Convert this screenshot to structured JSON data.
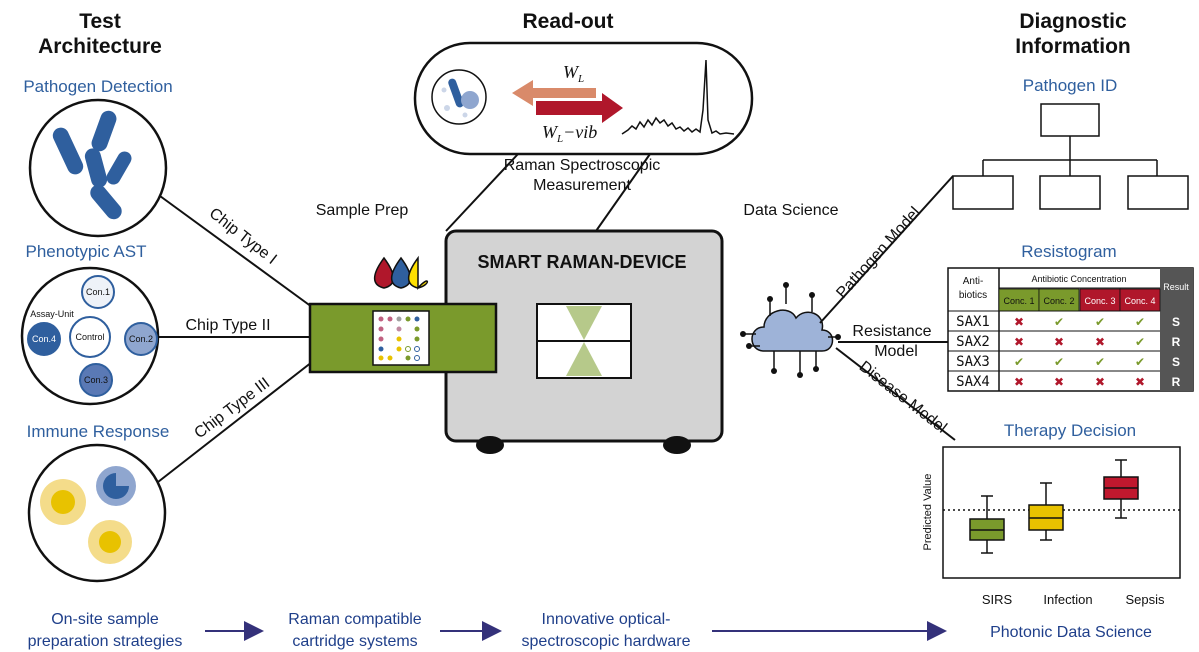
{
  "headers": {
    "test_architecture": [
      "Test",
      "Architecture"
    ],
    "readout": "Read-out",
    "diagnostic": [
      "Diagnostic",
      "Information"
    ]
  },
  "left": {
    "pathogen_detection": "Pathogen Detection",
    "phenotypic_ast": "Phenotypic AST",
    "immune_response": "Immune Response",
    "assay_unit": "Assay-Unit",
    "control": "Control",
    "conc_labels": [
      "Con.1",
      "Con.2",
      "Con.3",
      "Con.4"
    ],
    "chip_types": [
      "Chip Type I",
      "Chip Type II",
      "Chip Type III"
    ]
  },
  "center": {
    "sample_prep": "Sample Prep",
    "device_title": "SMART RAMAN-DEVICE",
    "data_science": "Data Science",
    "raman_measurement": [
      "Raman Spectroscopic",
      "Measurement"
    ],
    "wl": "W",
    "wl_sub": "L",
    "wl_vib_suffix": "−vib"
  },
  "right": {
    "pathogen_id": "Pathogen ID",
    "resistogram": "Resistogram",
    "therapy_decision": "Therapy Decision",
    "models": [
      "Pathogen Model",
      "Resistance",
      "Model",
      "Disease Model"
    ],
    "table": {
      "antibiotics_header": [
        "Anti-",
        "biotics"
      ],
      "concentration_header": "Antibiotic Concentration",
      "result_header": "Result",
      "conc_headers": [
        "Conc. 1",
        "Conc. 2",
        "Conc. 3",
        "Conc. 4"
      ],
      "rows": [
        {
          "name": "SAX1",
          "marks": [
            "x",
            "v",
            "v",
            "v"
          ],
          "result": "S"
        },
        {
          "name": "SAX2",
          "marks": [
            "x",
            "x",
            "x",
            "v"
          ],
          "result": "R"
        },
        {
          "name": "SAX3",
          "marks": [
            "v",
            "v",
            "v",
            "v"
          ],
          "result": "S"
        },
        {
          "name": "SAX4",
          "marks": [
            "x",
            "x",
            "x",
            "x"
          ],
          "result": "R"
        }
      ]
    },
    "boxplot": {
      "ylabel": "Predicted Value",
      "categories": [
        "SIRS",
        "Infection",
        "Sepsis"
      ]
    }
  },
  "footer": [
    [
      "On-site sample",
      "preparation strategies"
    ],
    [
      "Raman compatible",
      "cartridge systems"
    ],
    [
      "Innovative optical-",
      "spectroscopic hardware"
    ],
    [
      "Photonic Data Science"
    ]
  ],
  "colors": {
    "blue_text": "#2f5f9e",
    "bacteria": "#2f5f9e",
    "chip_green": "#7a9a2c",
    "device_gray": "#d3d3d3",
    "conc_green": "#7a9a2c",
    "conc_red": "#b0172b",
    "sirs_box": "#7a9a2c",
    "infection_box": "#e8c200",
    "sepsis_box": "#c0182e",
    "arrow": "#34317a"
  }
}
